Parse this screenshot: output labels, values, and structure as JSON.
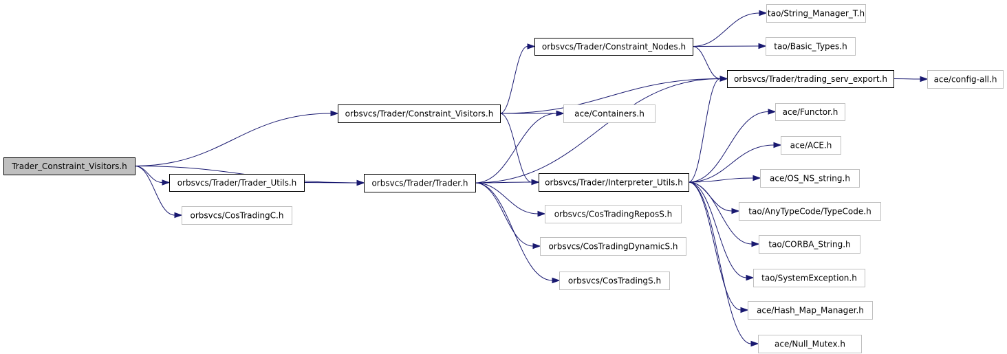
{
  "diagram": {
    "type": "include-dependency-graph",
    "nodes": [
      {
        "id": "root",
        "label": "Trader_Constraint_Visitors.h",
        "style": "root"
      },
      {
        "id": "constraint_visitors",
        "label": "orbsvcs/Trader/Constraint_Visitors.h",
        "style": "primary"
      },
      {
        "id": "trader_utils",
        "label": "orbsvcs/Trader/Trader_Utils.h",
        "style": "primary"
      },
      {
        "id": "cos_trading_c",
        "label": "orbsvcs/CosTradingC.h",
        "style": "secondary"
      },
      {
        "id": "constraint_nodes",
        "label": "orbsvcs/Trader/Constraint_Nodes.h",
        "style": "primary"
      },
      {
        "id": "trader",
        "label": "orbsvcs/Trader/Trader.h",
        "style": "primary"
      },
      {
        "id": "containers",
        "label": "ace/Containers.h",
        "style": "secondary"
      },
      {
        "id": "interpreter_utils",
        "label": "orbsvcs/Trader/Interpreter_Utils.h",
        "style": "primary"
      },
      {
        "id": "cos_trading_repos_s",
        "label": "orbsvcs/CosTradingReposS.h",
        "style": "secondary"
      },
      {
        "id": "cos_trading_dynamic_s",
        "label": "orbsvcs/CosTradingDynamicS.h",
        "style": "secondary"
      },
      {
        "id": "cos_trading_s",
        "label": "orbsvcs/CosTradingS.h",
        "style": "secondary"
      },
      {
        "id": "string_manager_t",
        "label": "tao/String_Manager_T.h",
        "style": "secondary"
      },
      {
        "id": "basic_types",
        "label": "tao/Basic_Types.h",
        "style": "secondary"
      },
      {
        "id": "trading_serv_export",
        "label": "orbsvcs/Trader/trading_serv_export.h",
        "style": "primary"
      },
      {
        "id": "config_all",
        "label": "ace/config-all.h",
        "style": "secondary"
      },
      {
        "id": "functor",
        "label": "ace/Functor.h",
        "style": "secondary"
      },
      {
        "id": "ace_h",
        "label": "ace/ACE.h",
        "style": "secondary"
      },
      {
        "id": "os_ns_string",
        "label": "ace/OS_NS_string.h",
        "style": "secondary"
      },
      {
        "id": "typecode",
        "label": "tao/AnyTypeCode/TypeCode.h",
        "style": "secondary"
      },
      {
        "id": "corba_string",
        "label": "tao/CORBA_String.h",
        "style": "secondary"
      },
      {
        "id": "system_exception",
        "label": "tao/SystemException.h",
        "style": "secondary"
      },
      {
        "id": "hash_map_manager",
        "label": "ace/Hash_Map_Manager.h",
        "style": "secondary"
      },
      {
        "id": "null_mutex",
        "label": "ace/Null_Mutex.h",
        "style": "secondary"
      }
    ],
    "edges": [
      {
        "from": "root",
        "to": "constraint_visitors"
      },
      {
        "from": "root",
        "to": "trader_utils"
      },
      {
        "from": "root",
        "to": "trader"
      },
      {
        "from": "root",
        "to": "cos_trading_c"
      },
      {
        "from": "constraint_visitors",
        "to": "constraint_nodes"
      },
      {
        "from": "constraint_visitors",
        "to": "trading_serv_export"
      },
      {
        "from": "constraint_visitors",
        "to": "containers"
      },
      {
        "from": "constraint_visitors",
        "to": "interpreter_utils"
      },
      {
        "from": "trader_utils",
        "to": "trader"
      },
      {
        "from": "constraint_nodes",
        "to": "string_manager_t"
      },
      {
        "from": "constraint_nodes",
        "to": "basic_types"
      },
      {
        "from": "constraint_nodes",
        "to": "trading_serv_export"
      },
      {
        "from": "trading_serv_export",
        "to": "config_all"
      },
      {
        "from": "trader",
        "to": "containers"
      },
      {
        "from": "trader",
        "to": "trading_serv_export"
      },
      {
        "from": "trader",
        "to": "interpreter_utils"
      },
      {
        "from": "trader",
        "to": "cos_trading_repos_s"
      },
      {
        "from": "trader",
        "to": "cos_trading_dynamic_s"
      },
      {
        "from": "trader",
        "to": "cos_trading_s"
      },
      {
        "from": "interpreter_utils",
        "to": "trading_serv_export"
      },
      {
        "from": "interpreter_utils",
        "to": "functor"
      },
      {
        "from": "interpreter_utils",
        "to": "ace_h"
      },
      {
        "from": "interpreter_utils",
        "to": "os_ns_string"
      },
      {
        "from": "interpreter_utils",
        "to": "typecode"
      },
      {
        "from": "interpreter_utils",
        "to": "corba_string"
      },
      {
        "from": "interpreter_utils",
        "to": "system_exception"
      },
      {
        "from": "interpreter_utils",
        "to": "hash_map_manager"
      },
      {
        "from": "interpreter_utils",
        "to": "null_mutex"
      }
    ]
  },
  "colors": {
    "edge": "#191970",
    "root_fill": "#bfbfbf",
    "primary_border": "#000000",
    "secondary_border": "#bfbfbf"
  }
}
